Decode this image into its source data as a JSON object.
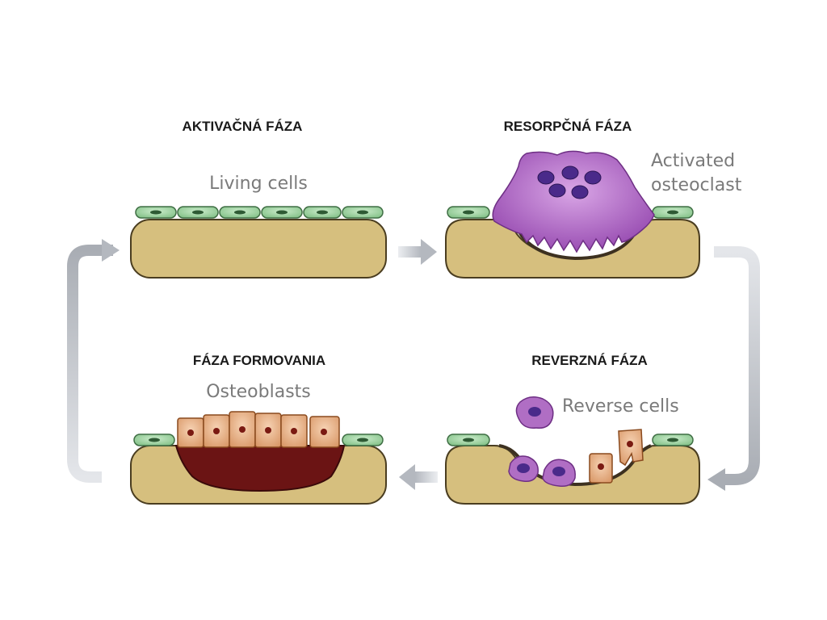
{
  "phases": {
    "activation": {
      "title": "AKTIVAČNÁ FÁZA",
      "label": "Living cells"
    },
    "resorption": {
      "title": "RESORPČNÁ FÁZA",
      "label_line1": "Activated",
      "label_line2": "osteoclast"
    },
    "reversal": {
      "title": "REVERZNÁ FÁZA",
      "label": "Reverse cells"
    },
    "formation": {
      "title": "FÁZA FORMOVANIA",
      "label": "Osteoblasts"
    }
  },
  "colors": {
    "bone_fill": "#d6bf7e",
    "bone_stroke": "#4a3d20",
    "lining_cell": "#9fd3a0",
    "osteoclast": "#a85fbf",
    "osteoclast_nucleus": "#4a2a8a",
    "reverse_cell": "#b06ec4",
    "osteoblast": "#e8b68f",
    "new_bone": "#6b1414",
    "arrow": "#c9ccd1"
  }
}
